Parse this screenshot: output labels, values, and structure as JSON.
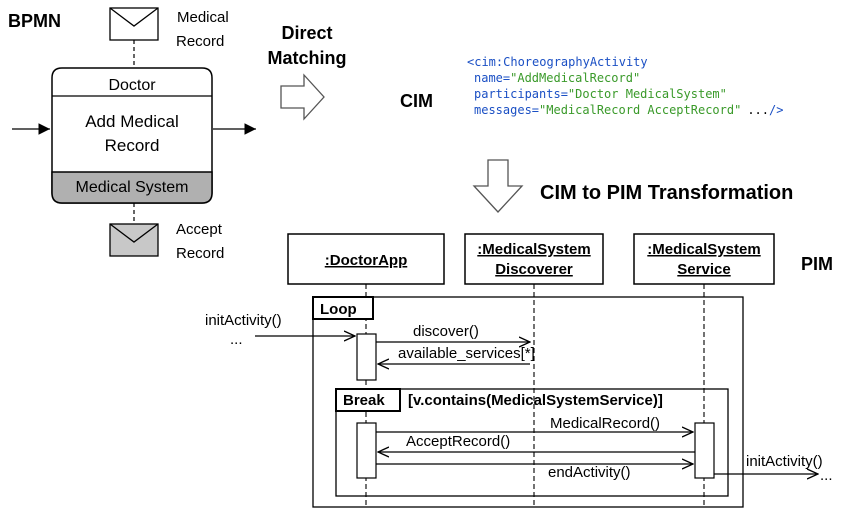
{
  "bpmn": {
    "title": "BPMN",
    "task_header": "Doctor",
    "task_name_line1": "Add Medical",
    "task_name_line2": "Record",
    "task_footer": "Medical System",
    "message_top_line1": "Medical",
    "message_top_line2": "Record",
    "message_bottom_line1": "Accept",
    "message_bottom_line2": "Record"
  },
  "direct_matching": {
    "line1": "Direct",
    "line2": "Matching"
  },
  "cim": {
    "label": "CIM",
    "code_tag": "<cim:ChoreographyActivity",
    "attr_name": "name=",
    "val_name": "\"AddMedicalRecord\"",
    "attr_participants": "participants=",
    "val_participants": "\"Doctor MedicalSystem\"",
    "attr_messages": "messages=",
    "val_messages": "\"MedicalRecord AcceptRecord\"",
    "code_end": "...",
    "code_close": "/>"
  },
  "transformation": {
    "label": "CIM to PIM Transformation"
  },
  "pim": {
    "label": "PIM",
    "lifeline_1": ":DoctorApp",
    "lifeline_2_line1": ":MedicalSystem",
    "lifeline_2_line2": "Discoverer",
    "lifeline_3_line1": ":MedicalSystem",
    "lifeline_3_line2": "Service",
    "loop_label": "Loop",
    "break_label": "Break",
    "break_guard": "[v.contains(MedicalSystemService)]",
    "msg_init_in": "initActivity()",
    "msg_init_in_dots": "...",
    "msg_discover": "discover()",
    "msg_available": "available_services[*]",
    "msg_medical_record": "MedicalRecord()",
    "msg_accept_record": "AcceptRecord()",
    "msg_end_activity": "endActivity()",
    "msg_init_out": "initActivity()",
    "msg_init_out_dots": "..."
  },
  "colors": {
    "code_blue": "#1a4fc4",
    "code_green": "#3a9a2a",
    "footer_gray": "#b0b0b0",
    "envelope_gray": "#c8c8c8"
  }
}
